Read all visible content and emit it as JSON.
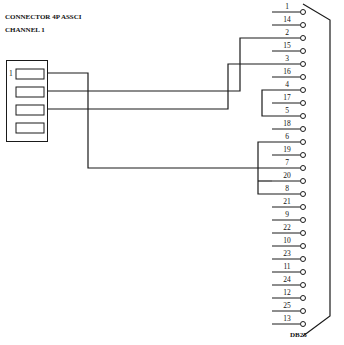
{
  "diagram": {
    "nodes": [
      {
        "text": [
          "CONNECTOR 4P ASSCI CHANNEL 1",
          "1"
        ]
      },
      {
        "text": [
          "DB25"
        ]
      }
    ],
    "edges": [
      {
        "from": 0,
        "to": 1,
        "arrow": "none"
      },
      {
        "from": 0,
        "to": 1,
        "arrow": "none"
      },
      {
        "from": 0,
        "to": 1,
        "arrow": "none"
      }
    ],
    "labels": [
      "1",
      "14",
      "2",
      "15",
      "3",
      "16",
      "4",
      "17",
      "5",
      "18",
      "6",
      "19",
      "7",
      "20",
      "8",
      "21",
      "9",
      "22",
      "10",
      "23",
      "11",
      "24",
      "12",
      "25",
      "13"
    ]
  }
}
